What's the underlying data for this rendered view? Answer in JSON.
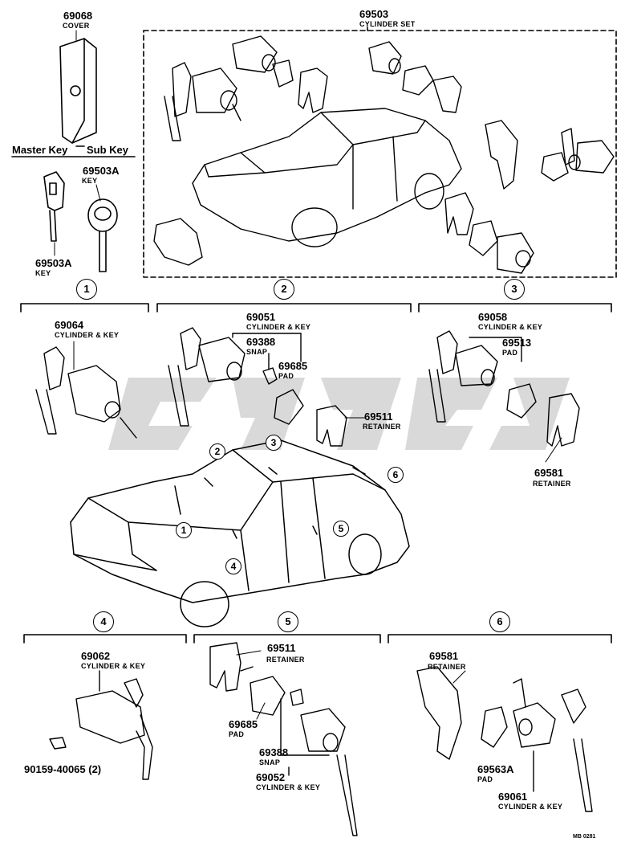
{
  "top": {
    "cover": {
      "part": "69068",
      "name": "COVER"
    },
    "master_key_header": "Master Key",
    "sub_key_header": "Sub Key",
    "sub_key": {
      "part": "69503A",
      "name": "KEY"
    },
    "master_key": {
      "part": "69503A",
      "name": "KEY"
    },
    "cylinder_set": {
      "part": "69503",
      "name": "CYLINDER SET"
    }
  },
  "sections": {
    "s1": {
      "num": "1",
      "part": "69064",
      "name": "CYLINDER & KEY"
    },
    "s2": {
      "num": "2",
      "cyl": {
        "part": "69051",
        "name": "CYLINDER & KEY"
      },
      "snap": {
        "part": "69388",
        "name": "SNAP"
      },
      "pad": {
        "part": "69685",
        "name": "PAD"
      },
      "retainer": {
        "part": "69511",
        "name": "RETAINER"
      }
    },
    "s3": {
      "num": "3",
      "cyl": {
        "part": "69058",
        "name": "CYLINDER & KEY"
      },
      "pad": {
        "part": "69513",
        "name": "PAD"
      },
      "retainer": {
        "part": "69581",
        "name": "RETAINER"
      }
    },
    "s4": {
      "num": "4",
      "cyl": {
        "part": "69062",
        "name": "CYLINDER & KEY"
      },
      "screw": "90159-40065 (2)"
    },
    "s5": {
      "num": "5",
      "retainer": {
        "part": "69511",
        "name": "RETAINER"
      },
      "pad": {
        "part": "69685",
        "name": "PAD"
      },
      "snap": {
        "part": "69388",
        "name": "SNAP"
      },
      "cyl": {
        "part": "69052",
        "name": "CYLINDER & KEY"
      }
    },
    "s6": {
      "num": "6",
      "retainer": {
        "part": "69581",
        "name": "RETAINER"
      },
      "pad": {
        "part": "69563A",
        "name": "PAD"
      },
      "cyl": {
        "part": "69061",
        "name": "CYLINDER & KEY"
      }
    }
  },
  "car_callouts": [
    "1",
    "2",
    "3",
    "4",
    "5",
    "6"
  ],
  "ref_code": "MB 0281"
}
